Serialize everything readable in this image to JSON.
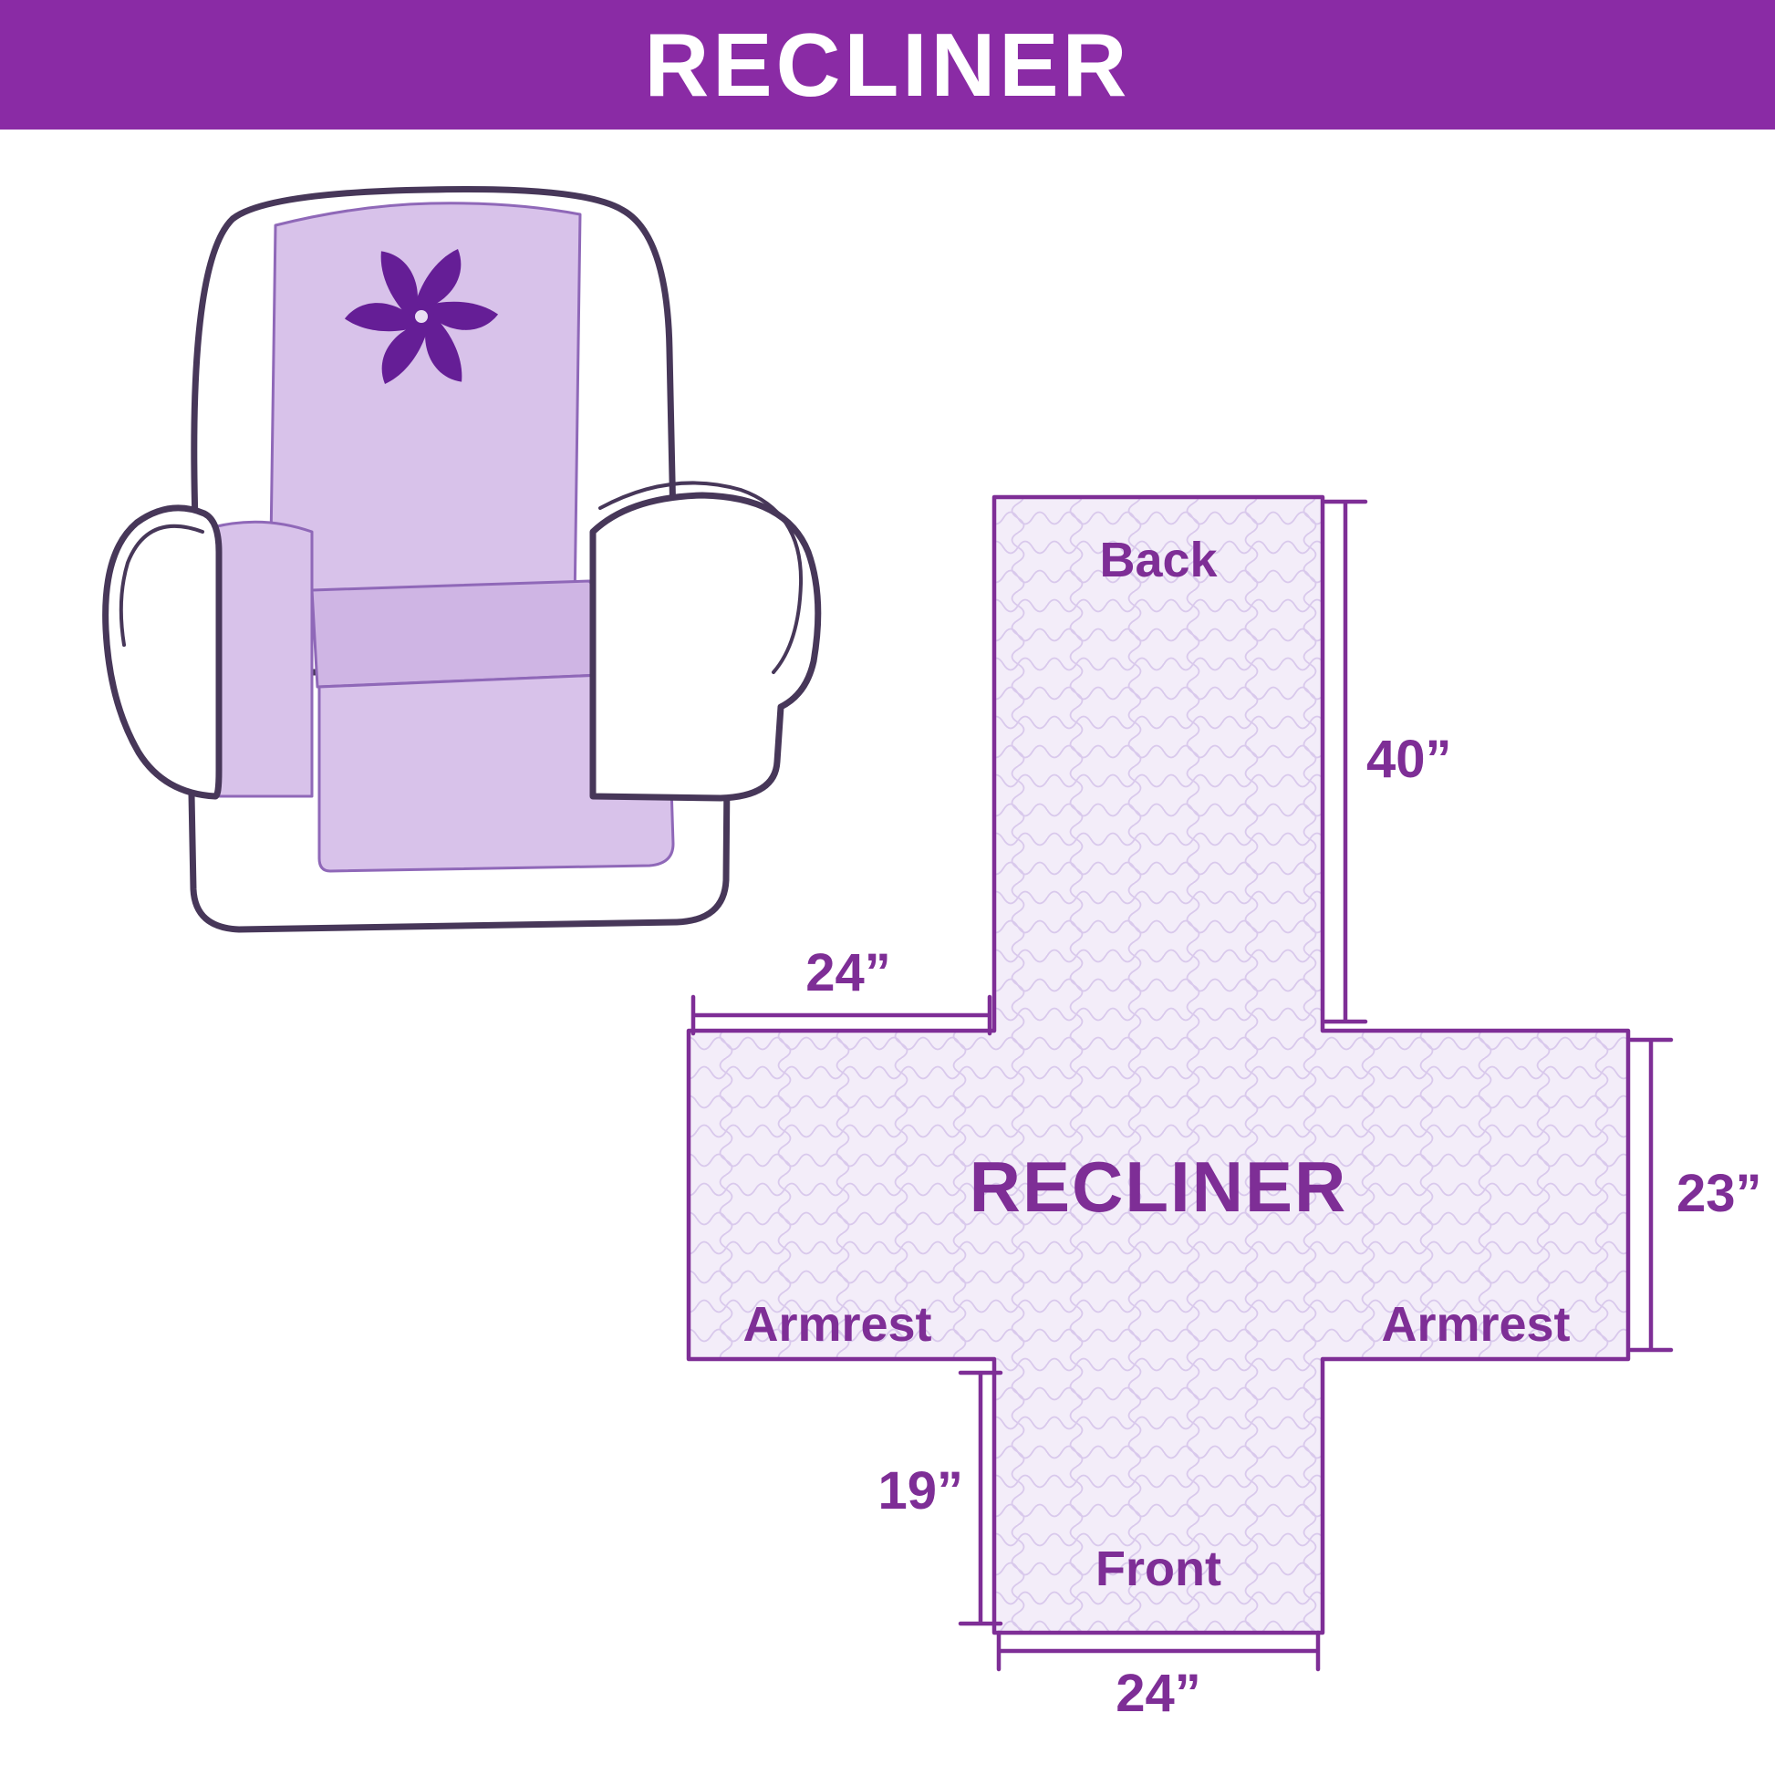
{
  "header": {
    "title": "RECLINER"
  },
  "diagram": {
    "center_label": "RECLINER",
    "back_label": "Back",
    "front_label": "Front",
    "armrest_left_label": "Armrest",
    "armrest_right_label": "Armrest",
    "dim_back_height": "40”",
    "dim_armrest_top_width": "24”",
    "dim_side_height": "23”",
    "dim_front_flap_height": "19”",
    "dim_front_width": "24”"
  },
  "colors": {
    "header_bg": "#8A2BA5",
    "diagram_accent": "#7E2E96",
    "cover_fill": "#D8C2EA",
    "quilt_bg": "#F3EDF9",
    "quilt_line": "#D9C9EC",
    "chair_outline": "#473759",
    "pinwheel": "#651E96"
  }
}
